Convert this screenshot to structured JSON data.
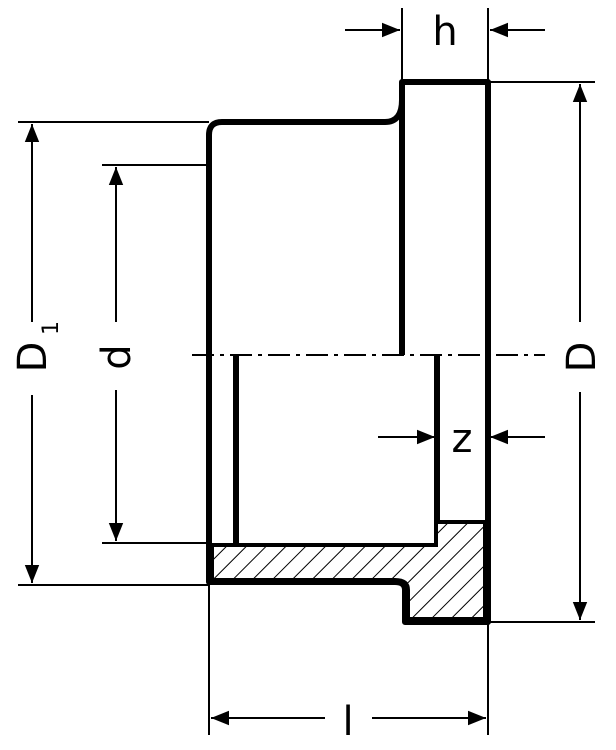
{
  "labels": {
    "h": "h",
    "d": "d",
    "D1_main": "D",
    "D1_sub": "1",
    "D": "D",
    "z": "z",
    "l": "l"
  },
  "colors": {
    "line": "#000000",
    "background": "#ffffff"
  }
}
